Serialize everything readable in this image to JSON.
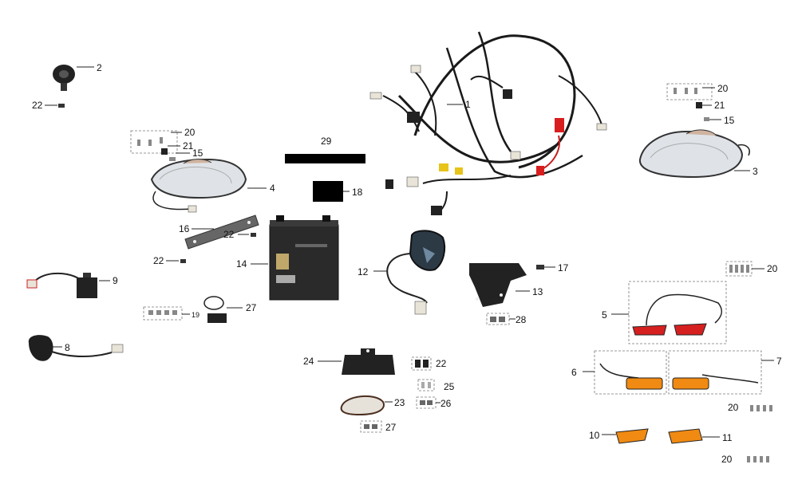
{
  "callouts": {
    "c1": "1",
    "c2": "2",
    "c3": "3",
    "c4": "4",
    "c5": "5",
    "c6": "6",
    "c7": "7",
    "c8": "8",
    "c9": "9",
    "c10": "10",
    "c11": "11",
    "c12": "12",
    "c13": "13",
    "c14": "14",
    "c15a": "15",
    "c15b": "15",
    "c16": "16",
    "c17": "17",
    "c18": "18",
    "c19": "19",
    "c20a": "20",
    "c20b": "20",
    "c20c": "20",
    "c20d": "20",
    "c20e": "20",
    "c21a": "21",
    "c21b": "21",
    "c22a": "22",
    "c22b": "22",
    "c22c": "22",
    "c22d": "22",
    "c23": "23",
    "c24": "24",
    "c25": "25",
    "c26": "26",
    "c27a": "27",
    "c27b": "27",
    "c28": "28",
    "c29": "29"
  },
  "colors": {
    "harness": "#1a1a1a",
    "connector_white": "#e8e4d8",
    "connector_yellow": "#e8c31a",
    "connector_red": "#d81e1e",
    "battery": "#2a2a2a",
    "lens_red": "#d62020",
    "lens_amber": "#f08a12",
    "headlight_lens": "#dfe3e8",
    "metal": "#3a3a3a"
  },
  "icons": {
    "horn": "horn-icon",
    "battery": "battery-icon",
    "harness": "wire-harness-icon",
    "headlight": "headlight-icon",
    "relay": "relay-icon",
    "switch": "ignition-switch-icon",
    "dashboard": "speedometer-icon"
  }
}
